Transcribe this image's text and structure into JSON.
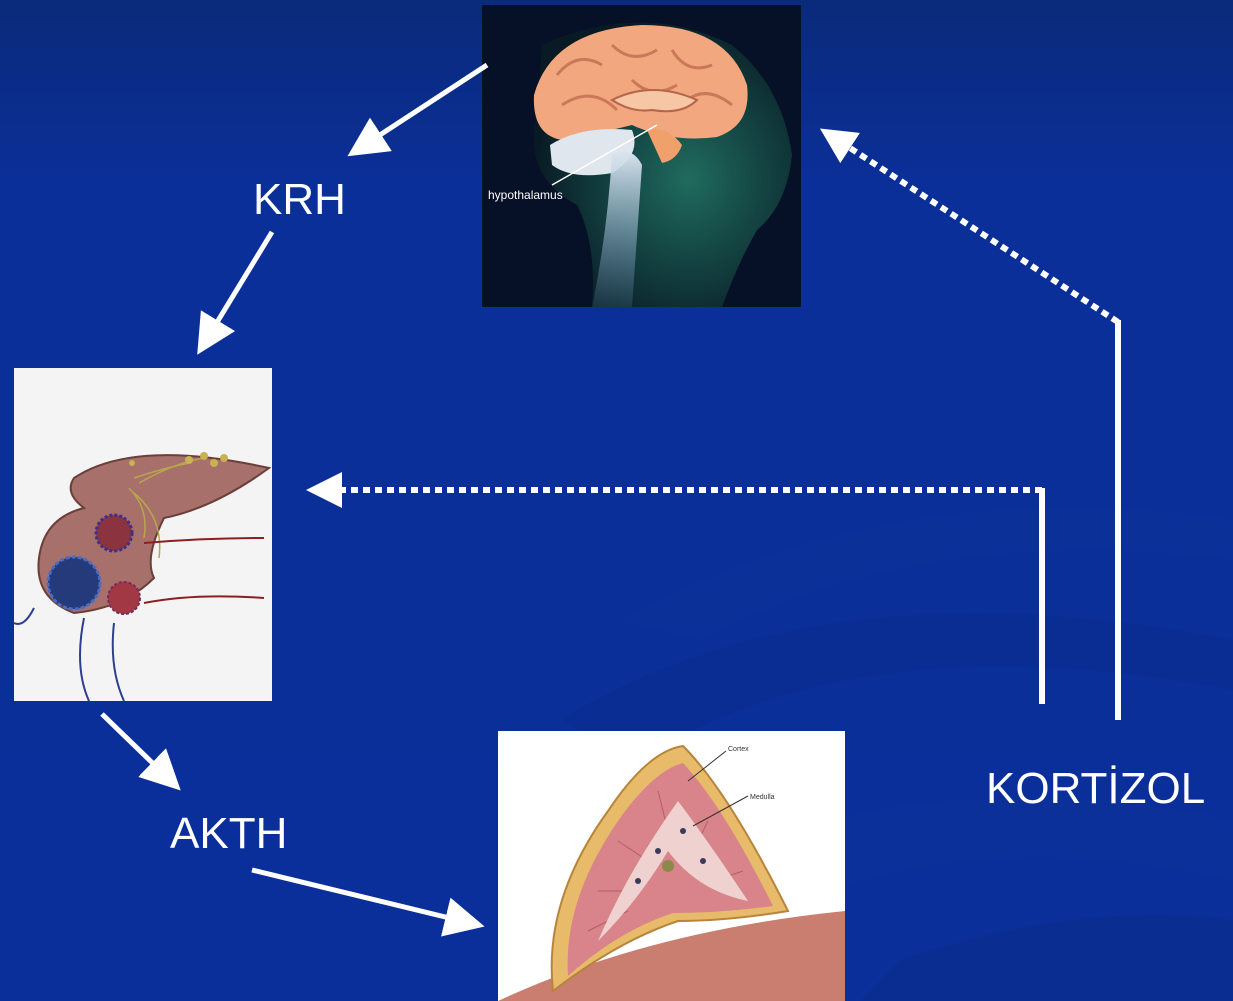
{
  "diagram": {
    "labels": {
      "krh": "KRH",
      "akth": "AKTH",
      "kortizol": "KORTİZOL"
    },
    "images": {
      "brain": {
        "caption": "hypothalamus",
        "icon": "brain-sagittal-illustration"
      },
      "pituitary": {
        "icon": "pituitary-gland-illustration"
      },
      "adrenal": {
        "cortex_label": "Cortex",
        "medulla_label": "Medulla",
        "icon": "adrenal-cross-section-illustration"
      }
    },
    "colors": {
      "background": "#0b2f98",
      "arrow": "#ffffff"
    }
  }
}
